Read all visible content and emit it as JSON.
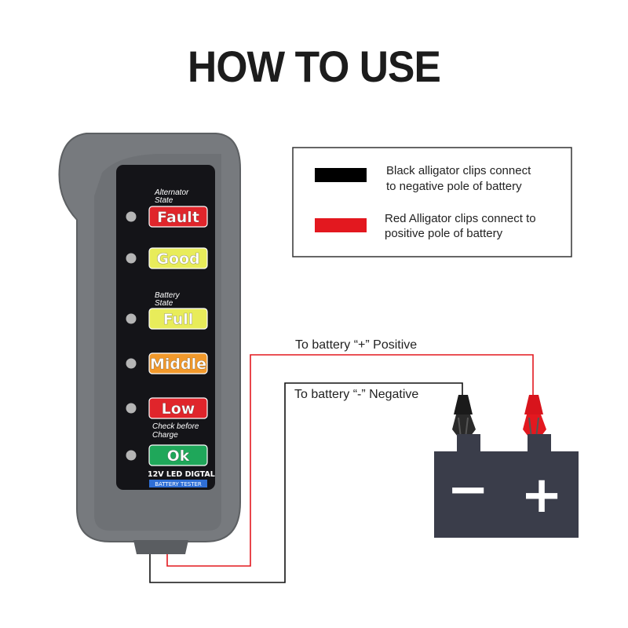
{
  "title": "HOW TO USE",
  "device": {
    "alternator_label_1": "Alternator",
    "alternator_label_2": "State",
    "battery_label_1": "Battery",
    "battery_label_2": "State",
    "check_label_1": "Check before",
    "check_label_2": "Charge",
    "buttons": [
      {
        "label": "Fault",
        "bg": "#e0252b",
        "fg": "#ffffff"
      },
      {
        "label": "Good",
        "bg": "#e8ec5a",
        "fg": "#ffffff"
      },
      {
        "label": "Full",
        "bg": "#e8ec5a",
        "fg": "#ffffff"
      },
      {
        "label": "Middle",
        "bg": "#f2992b",
        "fg": "#ffffff"
      },
      {
        "label": "Low",
        "bg": "#e0252b",
        "fg": "#ffffff"
      },
      {
        "label": "Ok",
        "bg": "#1fa75a",
        "fg": "#ffffff"
      }
    ],
    "brand_line": "12V LED DIGTAL",
    "brand_sub": "BATTERY TESTER"
  },
  "legend": {
    "black_line_1": "Black alligator clips connect",
    "black_line_2": "to negative pole of battery",
    "red_line_1": "Red Alligator clips connect to",
    "red_line_2": "positive pole of battery",
    "black_color": "#000000",
    "red_color": "#e3181f"
  },
  "wires": {
    "positive_label": "To battery “+” Positive",
    "negative_label": "To battery “-” Negative"
  },
  "battery": {
    "minus_symbol": "−",
    "plus_symbol": "+",
    "color": "#3a3d4a"
  }
}
